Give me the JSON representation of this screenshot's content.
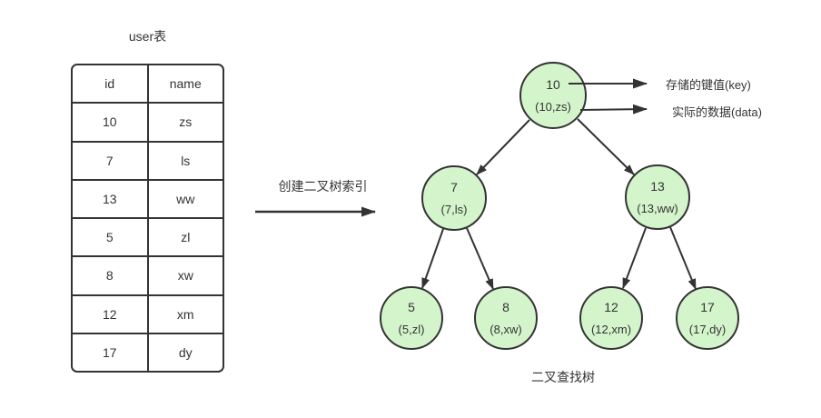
{
  "table": {
    "title": "user表",
    "columns": [
      "id",
      "name"
    ],
    "rows": [
      {
        "id": "10",
        "name": "zs"
      },
      {
        "id": "7",
        "name": "ls"
      },
      {
        "id": "13",
        "name": "ww"
      },
      {
        "id": "5",
        "name": "zl"
      },
      {
        "id": "8",
        "name": "xw"
      },
      {
        "id": "12",
        "name": "xm"
      },
      {
        "id": "17",
        "name": "dy"
      }
    ]
  },
  "transform": {
    "label": "创建二叉树索引"
  },
  "tree": {
    "caption": "二叉查找树",
    "annotations": {
      "key": "存储的键值(key)",
      "data": "实际的数据(data)"
    },
    "nodes": [
      {
        "key": "10",
        "data": "(10,zs)"
      },
      {
        "key": "7",
        "data": "(7,ls)"
      },
      {
        "key": "13",
        "data": "(13,ww)"
      },
      {
        "key": "5",
        "data": "(5,zl)"
      },
      {
        "key": "8",
        "data": "(8,xw)"
      },
      {
        "key": "12",
        "data": "(12,xm)"
      },
      {
        "key": "17",
        "data": "(17,dy)"
      }
    ],
    "edges": [
      {
        "from": "10",
        "to": "7"
      },
      {
        "from": "10",
        "to": "13"
      },
      {
        "from": "7",
        "to": "5"
      },
      {
        "from": "7",
        "to": "8"
      },
      {
        "from": "13",
        "to": "12"
      },
      {
        "from": "13",
        "to": "17"
      }
    ]
  },
  "colors": {
    "node_fill": "#d4f5cc",
    "node_border": "#333333",
    "line": "#333333",
    "text": "#333333",
    "background": "#ffffff"
  }
}
